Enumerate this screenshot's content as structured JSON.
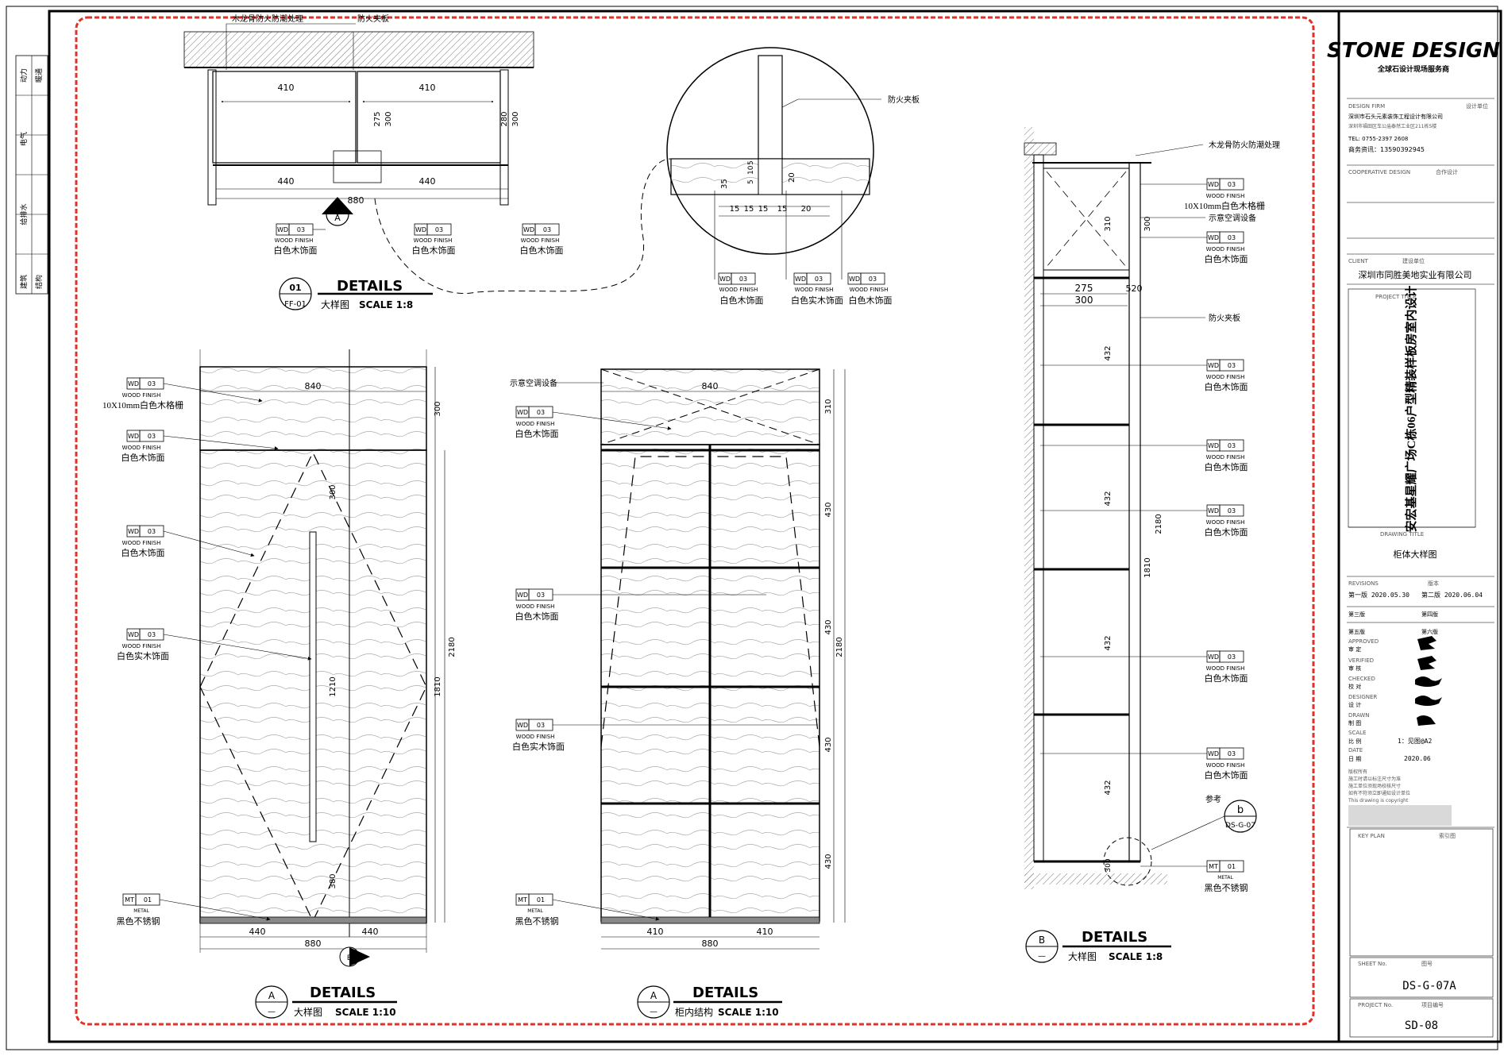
{
  "title_block": {
    "logo": "STONE DESIGN",
    "logo_sub": "全球石设计现场服务商",
    "design_firm_label": "DESIGN FIRM",
    "design_firm_cn": "设计单位",
    "design_firm_name": "深圳市石头元素装饰工程设计有限公司",
    "address": "深圳市福田区车公庙泰然工业区211栋5楼",
    "tel": "TEL: 0755-2397 2608",
    "service": "商务资讯：13590392945",
    "cooperative_label": "COOPERATIVE DESIGN",
    "cooperative_cn": "合作设计",
    "client_label": "CLIENT",
    "client_cn": "建设单位",
    "client_name": "深圳市同胜美地实业有限公司",
    "project_title_label": "PROJECT TITLE",
    "project_title": "安宏基星耀广场C栋06户型精装样板房室内设计",
    "drawing_title_label": "DRAWING TITLE",
    "drawing_title": "柜体大样图",
    "revisions_label": "REVISIONS",
    "revisions_cn": "版本",
    "rev1": "第一版 2020.05.30",
    "rev2": "第二版 2020.06.04",
    "rev3": "第三版",
    "rev4": "第四版",
    "rev5": "第五版",
    "rev6": "第六版",
    "approved": "APPROVED",
    "approved_cn": "审 定",
    "verified": "VERIFIED",
    "verified_cn": "审 核",
    "checked": "CHECKED",
    "checked_cn": "校 对",
    "designer": "DESIGNER",
    "designer_cn": "设 计",
    "drawn": "DRAWN",
    "drawn_cn": "制 图",
    "scale_label": "SCALE",
    "scale_cn": "比 例",
    "scale_value": "1：见图@A2",
    "date_label": "DATE",
    "date_cn": "日 期",
    "date_value": "2020.06",
    "notes": [
      "版权所有",
      "施工时请以标注尺寸为准",
      "施工单位须现场校核尺寸",
      "如有不符须立即通知设计单位",
      "This drawing is copyright"
    ],
    "key_plan_label": "KEY PLAN",
    "key_plan_cn": "索引图",
    "sheet_no_label": "SHEET No.",
    "sheet_no_cn": "图号",
    "sheet_no": "DS-G-07A",
    "project_no_label": "PROJECT No.",
    "project_no_cn": "项目编号",
    "project_no": "SD-08"
  },
  "left_strip": [
    "动力",
    "暖通",
    "电气",
    "给排水",
    "建筑",
    "结构"
  ],
  "labels": {
    "wd": "WD",
    "code03": "03",
    "mt": "MT",
    "code01": "01",
    "wood_finish": "WOOD FINISH",
    "metal": "METAL",
    "white_wood": "白色木饰面",
    "white_solid_wood": "白色实木饰面",
    "white_grille": "10X10mm白色木格栅",
    "black_steel": "黑色不锈钢",
    "fireproof_board": "防火夹板",
    "keel": "木龙骨防火防潮处理",
    "ac_device": "示意空调设备",
    "reference": "参考"
  },
  "detail01": {
    "circle_top": "01",
    "circle_bottom": "FF-01",
    "title": "DETAILS",
    "subtitle": "大样图",
    "scale": "SCALE 1:8",
    "dims": [
      "410",
      "410",
      "440",
      "440",
      "880",
      "275",
      "300",
      "280",
      "300"
    ],
    "section_letter": "A"
  },
  "detail_zoom": {
    "dims": [
      "15",
      "15",
      "15",
      "15",
      "20",
      "35",
      "5",
      "10",
      "5",
      "20"
    ]
  },
  "detailA1": {
    "circle_top": "A",
    "circle_bottom": "—",
    "title": "DETAILS",
    "subtitle": "大样图",
    "scale": "SCALE 1:10",
    "dims": [
      "840",
      "300",
      "300",
      "1210",
      "380",
      "1810",
      "2180",
      "440",
      "440",
      "880"
    ],
    "arrow_letter": "B"
  },
  "detailA2": {
    "circle_top": "A",
    "circle_bottom": "—",
    "title": "DETAILS",
    "subtitle": "柜内结构",
    "scale": "SCALE 1:10",
    "dims": [
      "840",
      "310",
      "430",
      "430",
      "430",
      "430",
      "2180",
      "410",
      "410",
      "880"
    ]
  },
  "detailB": {
    "circle_top": "B",
    "circle_bottom": "—",
    "title": "DETAILS",
    "subtitle": "大样图",
    "scale": "SCALE 1:8",
    "dims": [
      "310",
      "300",
      "275",
      "300",
      "520",
      "432",
      "432",
      "432",
      "432",
      "1810",
      "2180",
      "300"
    ],
    "ref_top": "b",
    "ref_bottom": "DS-G-07"
  }
}
